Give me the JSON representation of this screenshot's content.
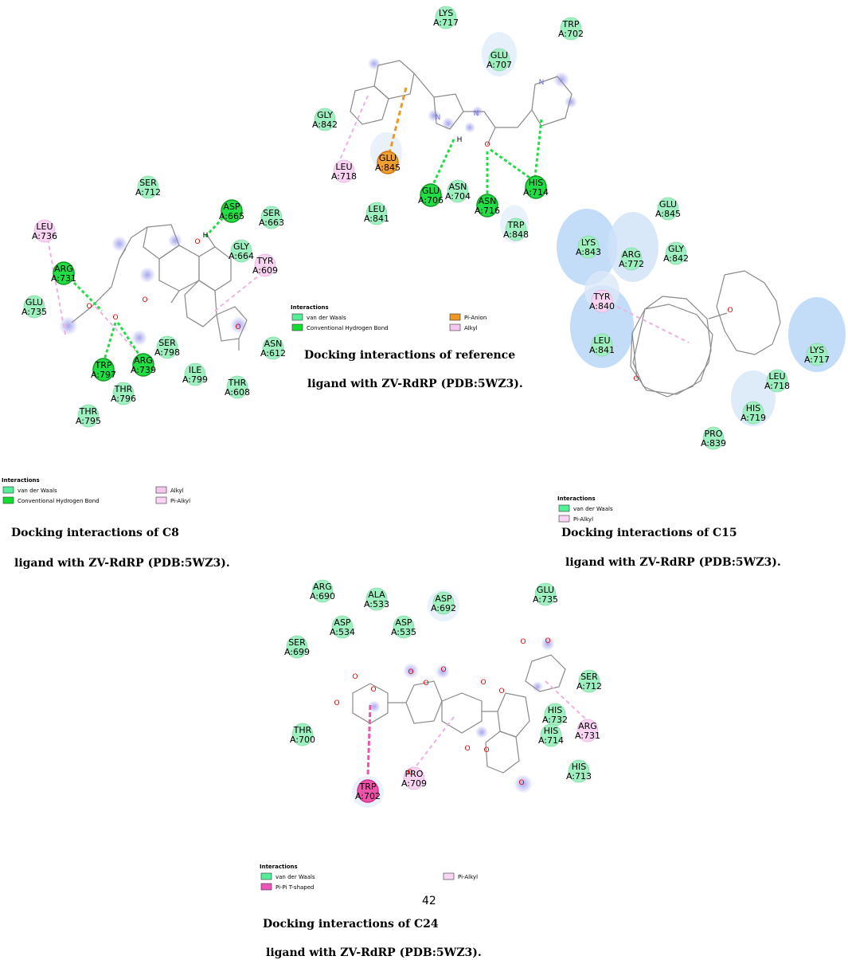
{
  "panels": [
    {
      "id": "reference",
      "residues": [
        {
          "name": "LYS",
          "id": "A:717",
          "type": "vdw"
        },
        {
          "name": "TRP",
          "id": "A:702",
          "type": "vdw"
        },
        {
          "name": "GLU",
          "id": "A:707",
          "type": "vdw"
        },
        {
          "name": "GLY",
          "id": "A:842",
          "type": "vdw"
        },
        {
          "name": "LEU",
          "id": "A:718",
          "type": "alkyl"
        },
        {
          "name": "GLU",
          "id": "A:845",
          "type": "pi-anion"
        },
        {
          "name": "GLU",
          "id": "A:706",
          "type": "hbond"
        },
        {
          "name": "ASN",
          "id": "A:704",
          "type": "vdw"
        },
        {
          "name": "ASN",
          "id": "A:716",
          "type": "hbond"
        },
        {
          "name": "HIS",
          "id": "A:714",
          "type": "hbond"
        },
        {
          "name": "LEU",
          "id": "A:841",
          "type": "vdw"
        },
        {
          "name": "TRP",
          "id": "A:848",
          "type": "vdw"
        }
      ],
      "atoms": [
        {
          "label": "N",
          "color": "#7070dd"
        },
        {
          "label": "N",
          "color": "#7070dd"
        },
        {
          "label": "N",
          "color": "#7070dd"
        },
        {
          "label": "H",
          "color": "#000000"
        },
        {
          "label": "O",
          "color": "#dd0000"
        }
      ],
      "legend": {
        "title": "Interactions",
        "items": [
          {
            "label": "van der Waals",
            "color": "#55ee99"
          },
          {
            "label": "Conventional Hydrogen Bond",
            "color": "#11dd33"
          },
          {
            "label": "Pi-Anion",
            "color": "#ee9922"
          },
          {
            "label": "Alkyl",
            "color": "#f4c8ee"
          }
        ]
      },
      "caption": [
        "Docking interactions of reference",
        "ligand with ZV-RdRP (PDB:5WZ3)."
      ]
    },
    {
      "id": "c8",
      "residues": [
        {
          "name": "SER",
          "id": "A:712",
          "type": "vdw"
        },
        {
          "name": "ASP",
          "id": "A:665",
          "type": "hbond"
        },
        {
          "name": "SER",
          "id": "A:663",
          "type": "vdw"
        },
        {
          "name": "LEU",
          "id": "A:736",
          "type": "alkyl"
        },
        {
          "name": "GLY",
          "id": "A:664",
          "type": "vdw"
        },
        {
          "name": "ARG",
          "id": "A:731",
          "type": "hbond"
        },
        {
          "name": "TYR",
          "id": "A:609",
          "type": "alkyl"
        },
        {
          "name": "GLU",
          "id": "A:735",
          "type": "vdw"
        },
        {
          "name": "SER",
          "id": "A:798",
          "type": "vdw"
        },
        {
          "name": "ASN",
          "id": "A:612",
          "type": "vdw"
        },
        {
          "name": "TRP",
          "id": "A:797",
          "type": "hbond"
        },
        {
          "name": "ARG",
          "id": "A:739",
          "type": "hbond"
        },
        {
          "name": "ILE",
          "id": "A:799",
          "type": "vdw"
        },
        {
          "name": "THR",
          "id": "A:796",
          "type": "vdw"
        },
        {
          "name": "THR",
          "id": "A:608",
          "type": "vdw"
        },
        {
          "name": "THR",
          "id": "A:795",
          "type": "vdw"
        }
      ],
      "atoms": [
        {
          "label": "O",
          "color": "#dd0000"
        },
        {
          "label": "H",
          "color": "#000000"
        },
        {
          "label": "O",
          "color": "#dd0000"
        },
        {
          "label": "O",
          "color": "#dd0000"
        },
        {
          "label": "O",
          "color": "#dd0000"
        },
        {
          "label": "O",
          "color": "#dd0000"
        }
      ],
      "legend": {
        "title": "Interactions",
        "items": [
          {
            "label": "van der Waals",
            "color": "#55ee99"
          },
          {
            "label": "Conventional Hydrogen Bond",
            "color": "#11dd33"
          },
          {
            "label": "Alkyl",
            "color": "#f4c8ee"
          },
          {
            "label": "Pi-Alkyl",
            "color": "#f9d4f4"
          }
        ]
      },
      "caption": [
        "Docking interactions of C8",
        "ligand with ZV-RdRP (PDB:5WZ3)."
      ]
    },
    {
      "id": "c15",
      "residues": [
        {
          "name": "GLU",
          "id": "A:845",
          "type": "vdw"
        },
        {
          "name": "LYS",
          "id": "A:843",
          "type": "vdw"
        },
        {
          "name": "ARG",
          "id": "A:772",
          "type": "vdw"
        },
        {
          "name": "GLY",
          "id": "A:842",
          "type": "vdw"
        },
        {
          "name": "TYR",
          "id": "A:840",
          "type": "pi-alkyl"
        },
        {
          "name": "LEU",
          "id": "A:841",
          "type": "vdw"
        },
        {
          "name": "LYS",
          "id": "A:717",
          "type": "vdw"
        },
        {
          "name": "LEU",
          "id": "A:718",
          "type": "vdw"
        },
        {
          "name": "HIS",
          "id": "A:719",
          "type": "vdw"
        },
        {
          "name": "PRO",
          "id": "A:839",
          "type": "vdw"
        }
      ],
      "atoms": [
        {
          "label": "O",
          "color": "#dd0000"
        },
        {
          "label": "O",
          "color": "#dd0000"
        }
      ],
      "legend": {
        "title": "Interactions",
        "items": [
          {
            "label": "van der Waals",
            "color": "#55ee99"
          },
          {
            "label": "Pi-Alkyl",
            "color": "#f9d4f4"
          }
        ]
      },
      "caption": [
        "Docking interactions of C15",
        "ligand with ZV-RdRP (PDB:5WZ3)."
      ]
    },
    {
      "id": "c24",
      "residues": [
        {
          "name": "ARG",
          "id": "A:690",
          "type": "vdw"
        },
        {
          "name": "ALA",
          "id": "A:533",
          "type": "vdw"
        },
        {
          "name": "ASP",
          "id": "A:692",
          "type": "vdw"
        },
        {
          "name": "GLU",
          "id": "A:735",
          "type": "vdw"
        },
        {
          "name": "ASP",
          "id": "A:534",
          "type": "vdw"
        },
        {
          "name": "ASP",
          "id": "A:535",
          "type": "vdw"
        },
        {
          "name": "SER",
          "id": "A:699",
          "type": "vdw"
        },
        {
          "name": "SER",
          "id": "A:712",
          "type": "vdw"
        },
        {
          "name": "HIS",
          "id": "A:732",
          "type": "vdw"
        },
        {
          "name": "ARG",
          "id": "A:731",
          "type": "pi-alkyl"
        },
        {
          "name": "HIS",
          "id": "A:714",
          "type": "vdw"
        },
        {
          "name": "THR",
          "id": "A:700",
          "type": "vdw"
        },
        {
          "name": "HIS",
          "id": "A:713",
          "type": "vdw"
        },
        {
          "name": "PRO",
          "id": "A:709",
          "type": "pi-alkyl"
        },
        {
          "name": "TRP",
          "id": "A:702",
          "type": "pi-pi"
        }
      ],
      "atoms": [
        {
          "label": "O",
          "color": "#dd0000"
        },
        {
          "label": "O",
          "color": "#dd0000"
        },
        {
          "label": "O",
          "color": "#dd0000"
        },
        {
          "label": "O",
          "color": "#dd0000"
        },
        {
          "label": "O",
          "color": "#dd0000"
        },
        {
          "label": "O",
          "color": "#dd0000"
        },
        {
          "label": "O",
          "color": "#dd0000"
        },
        {
          "label": "O",
          "color": "#dd0000"
        },
        {
          "label": "O",
          "color": "#dd0000"
        },
        {
          "label": "O",
          "color": "#dd0000"
        },
        {
          "label": "O",
          "color": "#dd0000"
        },
        {
          "label": "O",
          "color": "#dd0000"
        },
        {
          "label": "O",
          "color": "#dd0000"
        },
        {
          "label": "O",
          "color": "#dd0000"
        }
      ],
      "legend": {
        "title": "Interactions",
        "items": [
          {
            "label": "van der Waals",
            "color": "#55ee99"
          },
          {
            "label": "Pi-Pi T-shaped",
            "color": "#ee55bb"
          },
          {
            "label": "Pi-Alkyl",
            "color": "#f9d4f4"
          }
        ]
      },
      "caption": [
        "Docking interactions of C24",
        "ligand with ZV-RdRP (PDB:5WZ3)."
      ]
    }
  ],
  "page_number": "42",
  "colors": {
    "vdw": "#9ff0c0",
    "hbond": "#22dd44",
    "pi-anion": "#f0a030",
    "alkyl": "#f8d4f2",
    "pi-alkyl": "#f8d4f2",
    "pi-pi": "#ee55aa"
  }
}
